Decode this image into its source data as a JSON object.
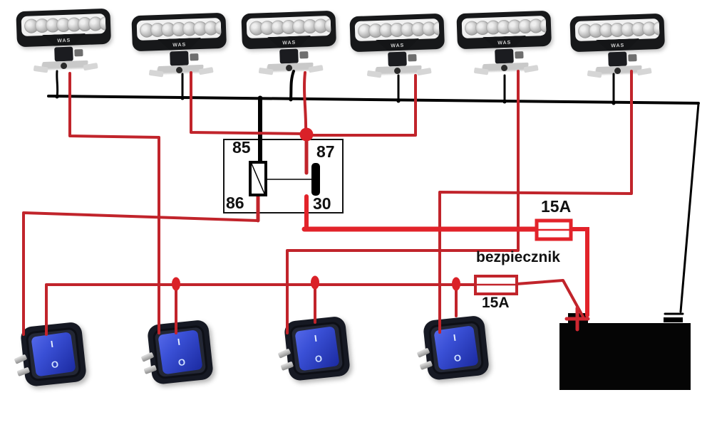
{
  "diagram": {
    "lamp_brand": "WAS",
    "lamp_count": 6,
    "led_count": 8,
    "relay_pins": {
      "top_left": "85",
      "top_right": "87",
      "bottom_left": "86",
      "bottom_right": "30"
    },
    "main_fuse_label": "15A",
    "switch_fuse_label": "15A",
    "fuse_caption": "bezpiecznik",
    "switch_on": "I",
    "switch_off": "O",
    "battery_plus": "+",
    "colors": {
      "wire_hot": "#c1242b",
      "wire_hot_thick": "#e2232a",
      "wire_ground": "#000000",
      "junction_dot": "#da2128",
      "switch_glow": "#3a50d6"
    }
  }
}
